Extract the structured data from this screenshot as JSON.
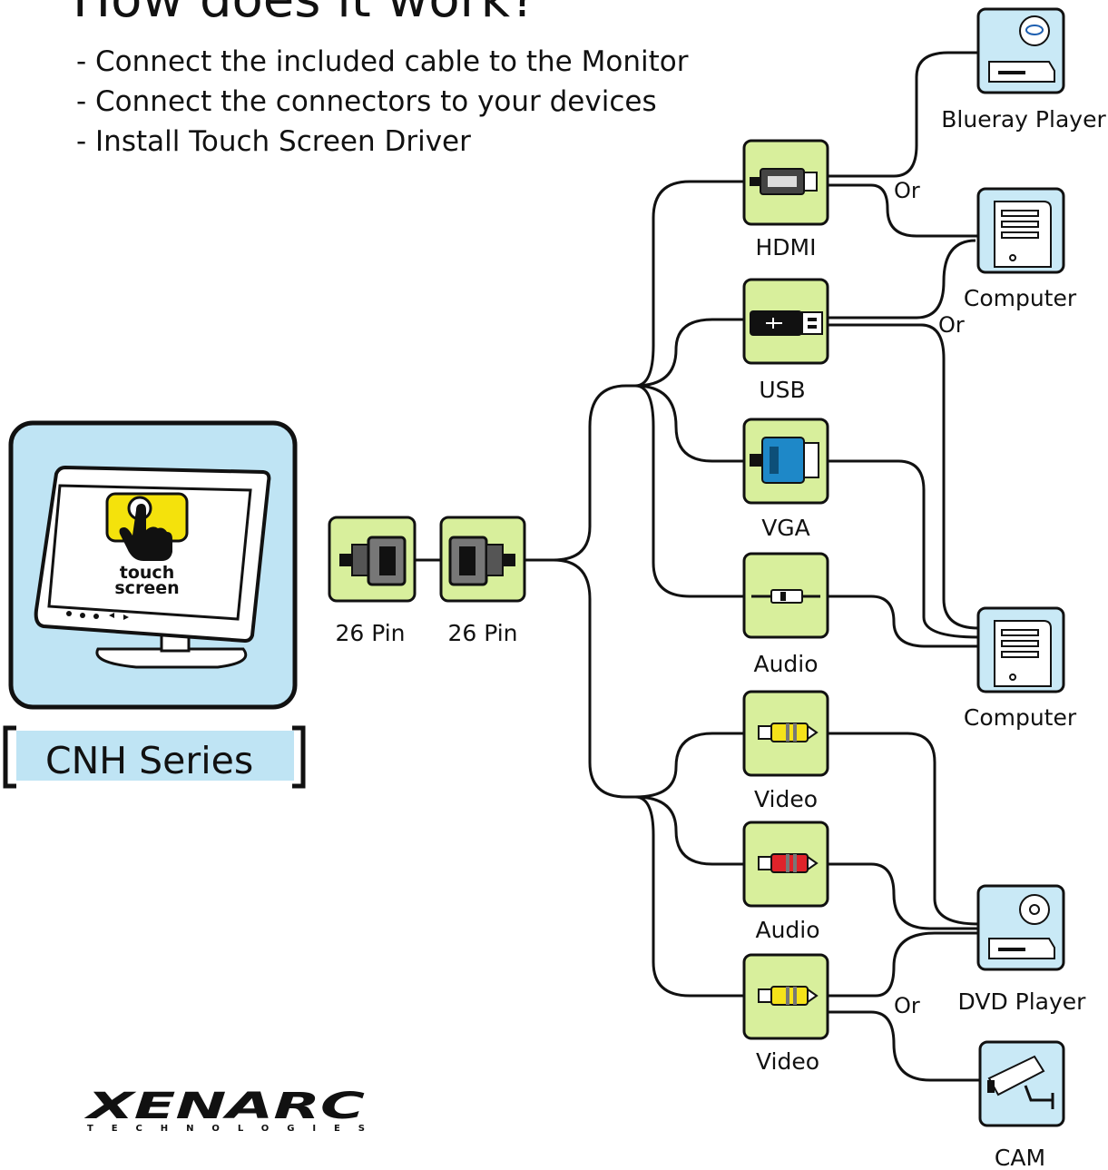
{
  "page": {
    "title": "How does it work?",
    "steps": [
      "- Connect the included cable to the Monitor",
      "- Connect the connectors to your devices",
      "- Install Touch Screen Driver"
    ]
  },
  "monitor": {
    "screen_text_line1": "touch",
    "screen_text_line2": "screen",
    "series_label": "CNH Series"
  },
  "cable": {
    "pin_left": "26 Pin",
    "pin_right": "26 Pin"
  },
  "connectors": [
    {
      "label": "HDMI",
      "icon": "hdmi-plug-icon"
    },
    {
      "label": "USB",
      "icon": "usb-plug-icon"
    },
    {
      "label": "VGA",
      "icon": "vga-plug-icon"
    },
    {
      "label": "Audio",
      "icon": "audio-jack-icon"
    },
    {
      "label": "Video",
      "icon": "rca-yellow-icon"
    },
    {
      "label": "Audio",
      "icon": "rca-red-icon"
    },
    {
      "label": "Video",
      "icon": "rca-yellow-icon"
    }
  ],
  "devices": [
    {
      "label": "Blueray Player",
      "icon": "bluray-player-icon"
    },
    {
      "label": "Computer",
      "icon": "computer-tower-icon"
    },
    {
      "label": "Computer",
      "icon": "computer-tower-icon"
    },
    {
      "label": "DVD Player",
      "icon": "dvd-player-icon"
    },
    {
      "label": "CAM",
      "icon": "security-camera-icon"
    }
  ],
  "or_labels": [
    "Or",
    "Or",
    "Or"
  ],
  "brand": {
    "name": "XENARC",
    "tagline": "TECHNOLOGIES"
  },
  "colors": {
    "connector_box": "#d8ef9c",
    "device_box": "#c9e9f6",
    "monitor_box": "#bfe4f4",
    "vga_blue": "#1e88c8",
    "rca_yellow": "#f5e21a",
    "rca_red": "#e0232a",
    "touch_yellow": "#f4e20c"
  }
}
